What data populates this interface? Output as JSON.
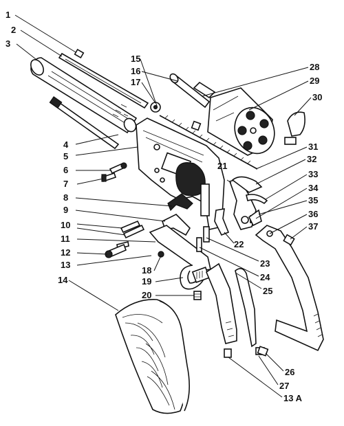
{
  "labels": [
    {
      "id": "1",
      "text": "1"
    },
    {
      "id": "2",
      "text": "2"
    },
    {
      "id": "3",
      "text": "3"
    },
    {
      "id": "4",
      "text": "4"
    },
    {
      "id": "5",
      "text": "5"
    },
    {
      "id": "6",
      "text": "6"
    },
    {
      "id": "7",
      "text": "7"
    },
    {
      "id": "8",
      "text": "8"
    },
    {
      "id": "9",
      "text": "9"
    },
    {
      "id": "10",
      "text": "10"
    },
    {
      "id": "11",
      "text": "11"
    },
    {
      "id": "12",
      "text": "12"
    },
    {
      "id": "13",
      "text": "13"
    },
    {
      "id": "14",
      "text": "14"
    },
    {
      "id": "15",
      "text": "15"
    },
    {
      "id": "16",
      "text": "16"
    },
    {
      "id": "17",
      "text": "17"
    },
    {
      "id": "18",
      "text": "18"
    },
    {
      "id": "19",
      "text": "19"
    },
    {
      "id": "20",
      "text": "20"
    },
    {
      "id": "21",
      "text": "21"
    },
    {
      "id": "22",
      "text": "22"
    },
    {
      "id": "23",
      "text": "23"
    },
    {
      "id": "24",
      "text": "24"
    },
    {
      "id": "25",
      "text": "25"
    },
    {
      "id": "26",
      "text": "26"
    },
    {
      "id": "27",
      "text": "27"
    },
    {
      "id": "28",
      "text": "28"
    },
    {
      "id": "29",
      "text": "29"
    },
    {
      "id": "30",
      "text": "30"
    },
    {
      "id": "31",
      "text": "31"
    },
    {
      "id": "32",
      "text": "32"
    },
    {
      "id": "33",
      "text": "33"
    },
    {
      "id": "34",
      "text": "34"
    },
    {
      "id": "35",
      "text": "35"
    },
    {
      "id": "36",
      "text": "36"
    },
    {
      "id": "37",
      "text": "37"
    },
    {
      "id": "13A",
      "text": "13 A"
    }
  ],
  "colors": {
    "ink": "#111111",
    "paper": "#ffffff"
  }
}
